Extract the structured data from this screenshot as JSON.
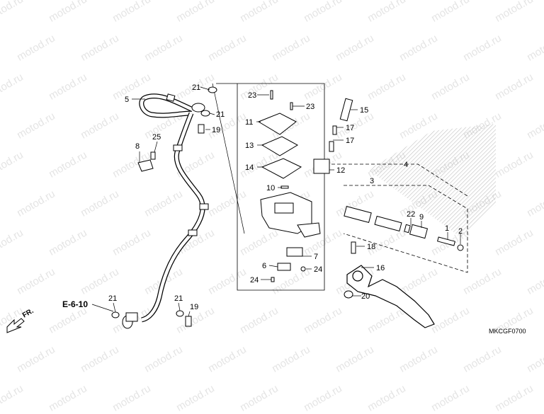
{
  "watermark": "motod.ru",
  "diagram_code": "MKCGF0700",
  "reference": "E-6-10",
  "front_arrow": "FR.",
  "callouts": {
    "c1": "1",
    "c2": "2",
    "c3": "3",
    "c4": "4",
    "c5": "5",
    "c6": "6",
    "c7": "7",
    "c8": "8",
    "c9": "9",
    "c10": "10",
    "c11": "11",
    "c12": "12",
    "c13": "13",
    "c14": "14",
    "c15": "15",
    "c16": "16",
    "c17a": "17",
    "c17b": "17",
    "c18": "18",
    "c19a": "19",
    "c19b": "19",
    "c20": "20",
    "c21a": "21",
    "c21b": "21",
    "c21c": "21",
    "c21d": "21",
    "c22": "22",
    "c23a": "23",
    "c23b": "23",
    "c24a": "24",
    "c24b": "24",
    "c25": "25"
  },
  "colors": {
    "line": "#000000",
    "hatch": "#b8b8b8",
    "watermark": "#cfcfcf"
  }
}
